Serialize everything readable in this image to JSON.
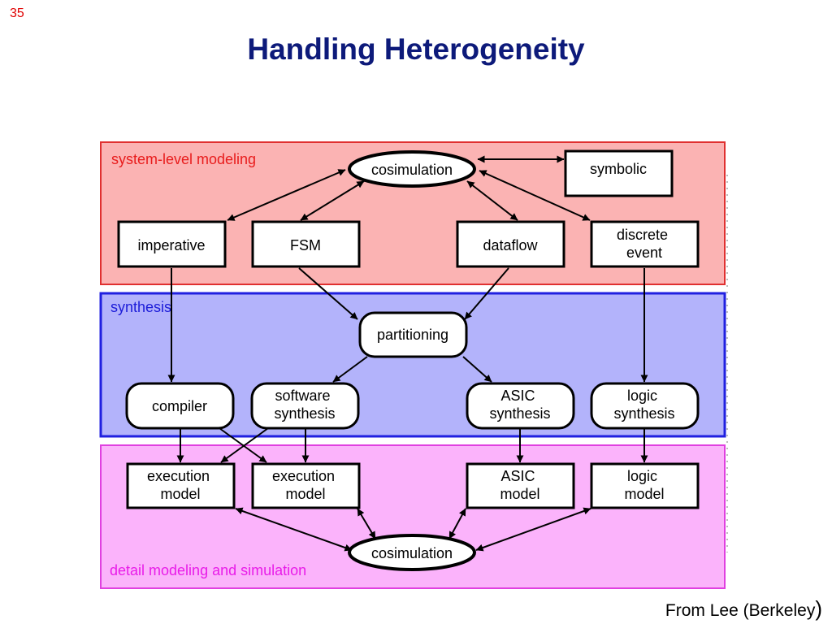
{
  "slide": {
    "number": "35",
    "title": "Handling Heterogeneity"
  },
  "credit": {
    "text": "From Lee (Berkeley",
    "paren": ")"
  },
  "colors": {
    "level1": "#fbb3b3",
    "level2": "#b3b3fb",
    "level3": "#fbb3fb",
    "level1_label": "#e81c1c",
    "level2_label": "#1c1cd8",
    "level3_label": "#e81ce8"
  },
  "levels": {
    "system": "system-level modeling",
    "synthesis": "synthesis",
    "detail": "detail modeling and simulation"
  },
  "nodes": {
    "cosim_top": [
      "cosimulation"
    ],
    "symbolic": [
      "symbolic"
    ],
    "imperative": [
      "imperative"
    ],
    "fsm": [
      "FSM"
    ],
    "dataflow": [
      "dataflow"
    ],
    "discrete_event": [
      "discrete",
      "event"
    ],
    "partitioning": [
      "partitioning"
    ],
    "compiler": [
      "compiler"
    ],
    "software_synthesis": [
      "software",
      "synthesis"
    ],
    "asic_synthesis": [
      "ASIC",
      "synthesis"
    ],
    "logic_synthesis": [
      "logic",
      "synthesis"
    ],
    "exec_model_1": [
      "execution",
      "model"
    ],
    "exec_model_2": [
      "execution",
      "model"
    ],
    "asic_model": [
      "ASIC",
      "model"
    ],
    "logic_model": [
      "logic",
      "model"
    ],
    "cosim_bottom": [
      "cosimulation"
    ]
  }
}
